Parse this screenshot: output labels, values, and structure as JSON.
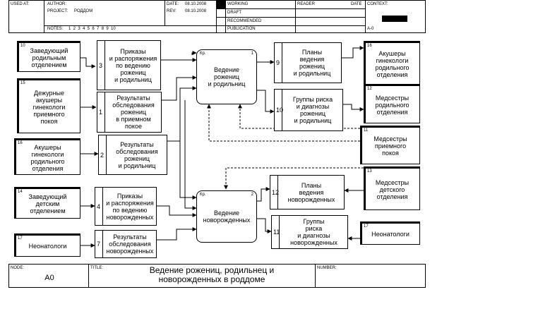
{
  "header": {
    "used_at_label": "USED AT:",
    "author_label": "AUTHOR:",
    "project_label": "PROJECT:",
    "project_value": "РОДДОМ",
    "date_label": "DATE:",
    "date_value": "08.10.2008",
    "rev_label": "REV:",
    "rev_value": "08.10.2008",
    "notes_label": "NOTES:",
    "notes_numbers": "1  2  3  4  5  6  7  8  9  10",
    "status_working": "WORKING",
    "status_draft": "DRAFT",
    "status_recommended": "RECOMMENDED",
    "status_publication": "PUBLICATION",
    "reader_label": "READER",
    "reader_date_label": "DATE",
    "context_label": "CONTEXT:",
    "context_node": "A-0"
  },
  "activities": {
    "a1": {
      "label": "Кр.",
      "number": "1",
      "text": "Ведение\nрожениц\nи  родильниц"
    },
    "a2": {
      "label": "Кр.",
      "number": "2",
      "text": "Ведение\nноворожденных"
    }
  },
  "externals": {
    "e10": {
      "num": "10",
      "text": "Заведующий\nродильным\nотделением"
    },
    "e15": {
      "num": "15",
      "text": "Дежурные\nакушеры\nгинекологи\nприемного\nпокоя"
    },
    "e16a": {
      "num": "16",
      "text": "Акушеры\nгинекологи\nродильного\nотделения"
    },
    "e14": {
      "num": "14",
      "text": "Заведующий\nдетским\nотделением"
    },
    "e17a": {
      "num": "17",
      "text": "Неонатологи"
    },
    "e16b": {
      "num": "16",
      "text": "Акушеры\nгинекологи\nродильного\nотделения"
    },
    "e12": {
      "num": "12",
      "text": "Медсестры\nродильного\nотделения"
    },
    "e11": {
      "num": "11",
      "text": "Медсестры\nприемного\nпокоя"
    },
    "e13": {
      "num": "13",
      "text": "Медсестры\nдетского\nотделения"
    },
    "e17b": {
      "num": "17",
      "text": "Неонатологи"
    }
  },
  "stores": {
    "s3": {
      "num": "3",
      "text": "Приказы\nи  распоряжения\nпо  ведению\nрожениц\nи  родильниц"
    },
    "s1": {
      "num": "1",
      "text": "Результаты\nобследования\nрожениц\nв  приемном\nпокое"
    },
    "s2": {
      "num": "2",
      "text": "Результаты\nобследования\nрожениц\nи  родильниц"
    },
    "s4": {
      "num": "4",
      "text": "Приказы\nи  распоряжения\nпо  ведению\nноворожденных"
    },
    "s7": {
      "num": "7",
      "text": "Результаты\nобследования\nноворожденных"
    },
    "s9": {
      "num": "9",
      "text": "Планы\nведения\nрожениц\nи  родильниц"
    },
    "s10": {
      "num": "10",
      "text": "Группы  риска\nи  диагнозы\nрожениц\nи  родильниц"
    },
    "s12": {
      "num": "12",
      "text": "Планы\nведения\nноворожденных"
    },
    "s11": {
      "num": "11",
      "text": "Группы\nриска\nи  диагнозы\nноворожденных"
    }
  },
  "footer": {
    "node_label": "NODE:",
    "node_value": "A0",
    "title_label": "TITLE:",
    "title_value": "Ведение  рожениц,  родильнец   и\nноворожденных  в  роддоме",
    "number_label": "NUMBER:"
  }
}
